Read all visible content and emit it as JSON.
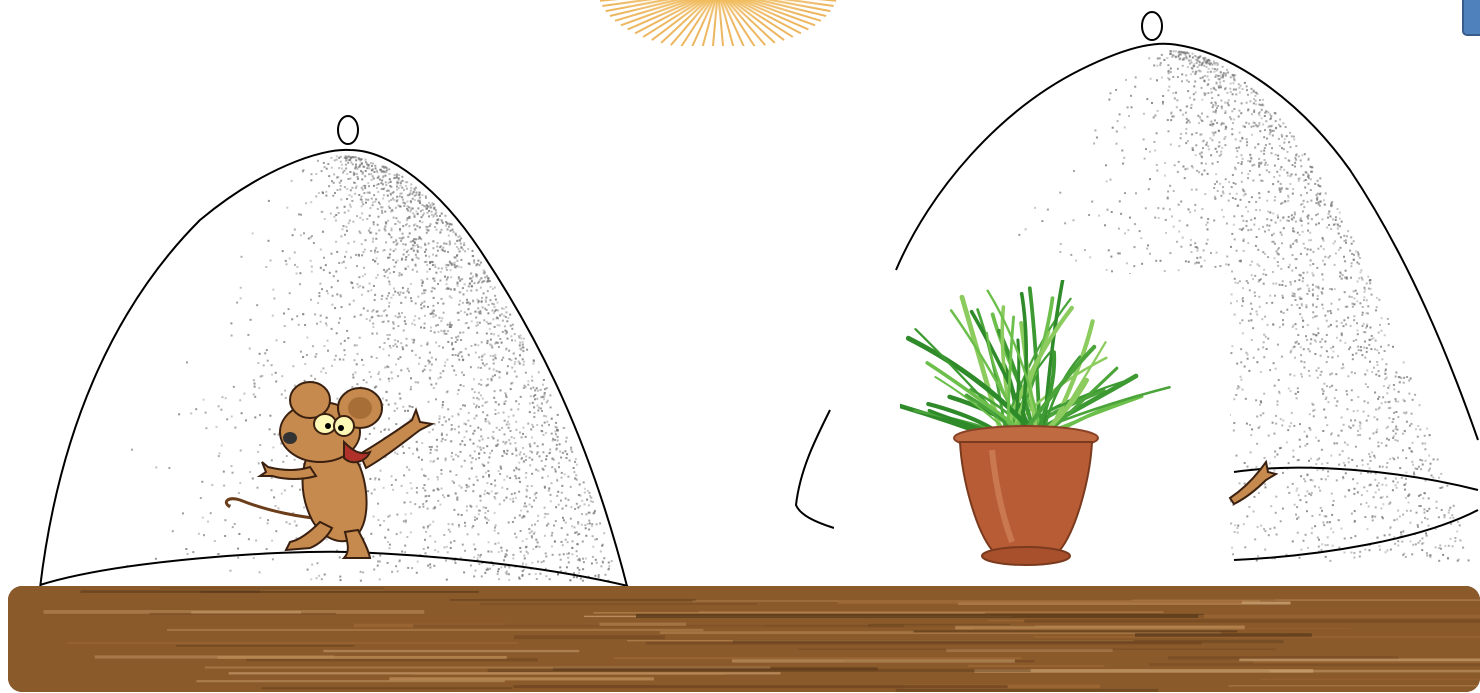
{
  "scene": {
    "background_color": "#ffffff",
    "sun_color": "#f2b233",
    "wood_base_color": "#8b5a2b",
    "wood_dark_color": "#5a3a1a",
    "wood_light_color": "#b98a55",
    "bell_stipple_color": "#777777",
    "button_color": "#4f81bd"
  },
  "items": {
    "left_bell": "bell-jar",
    "right_bell": "bell-jar",
    "mouse": "mouse",
    "plant": "potted-plant",
    "sun": "sun",
    "shelf": "wooden-shelf",
    "button": "navigation-button"
  }
}
